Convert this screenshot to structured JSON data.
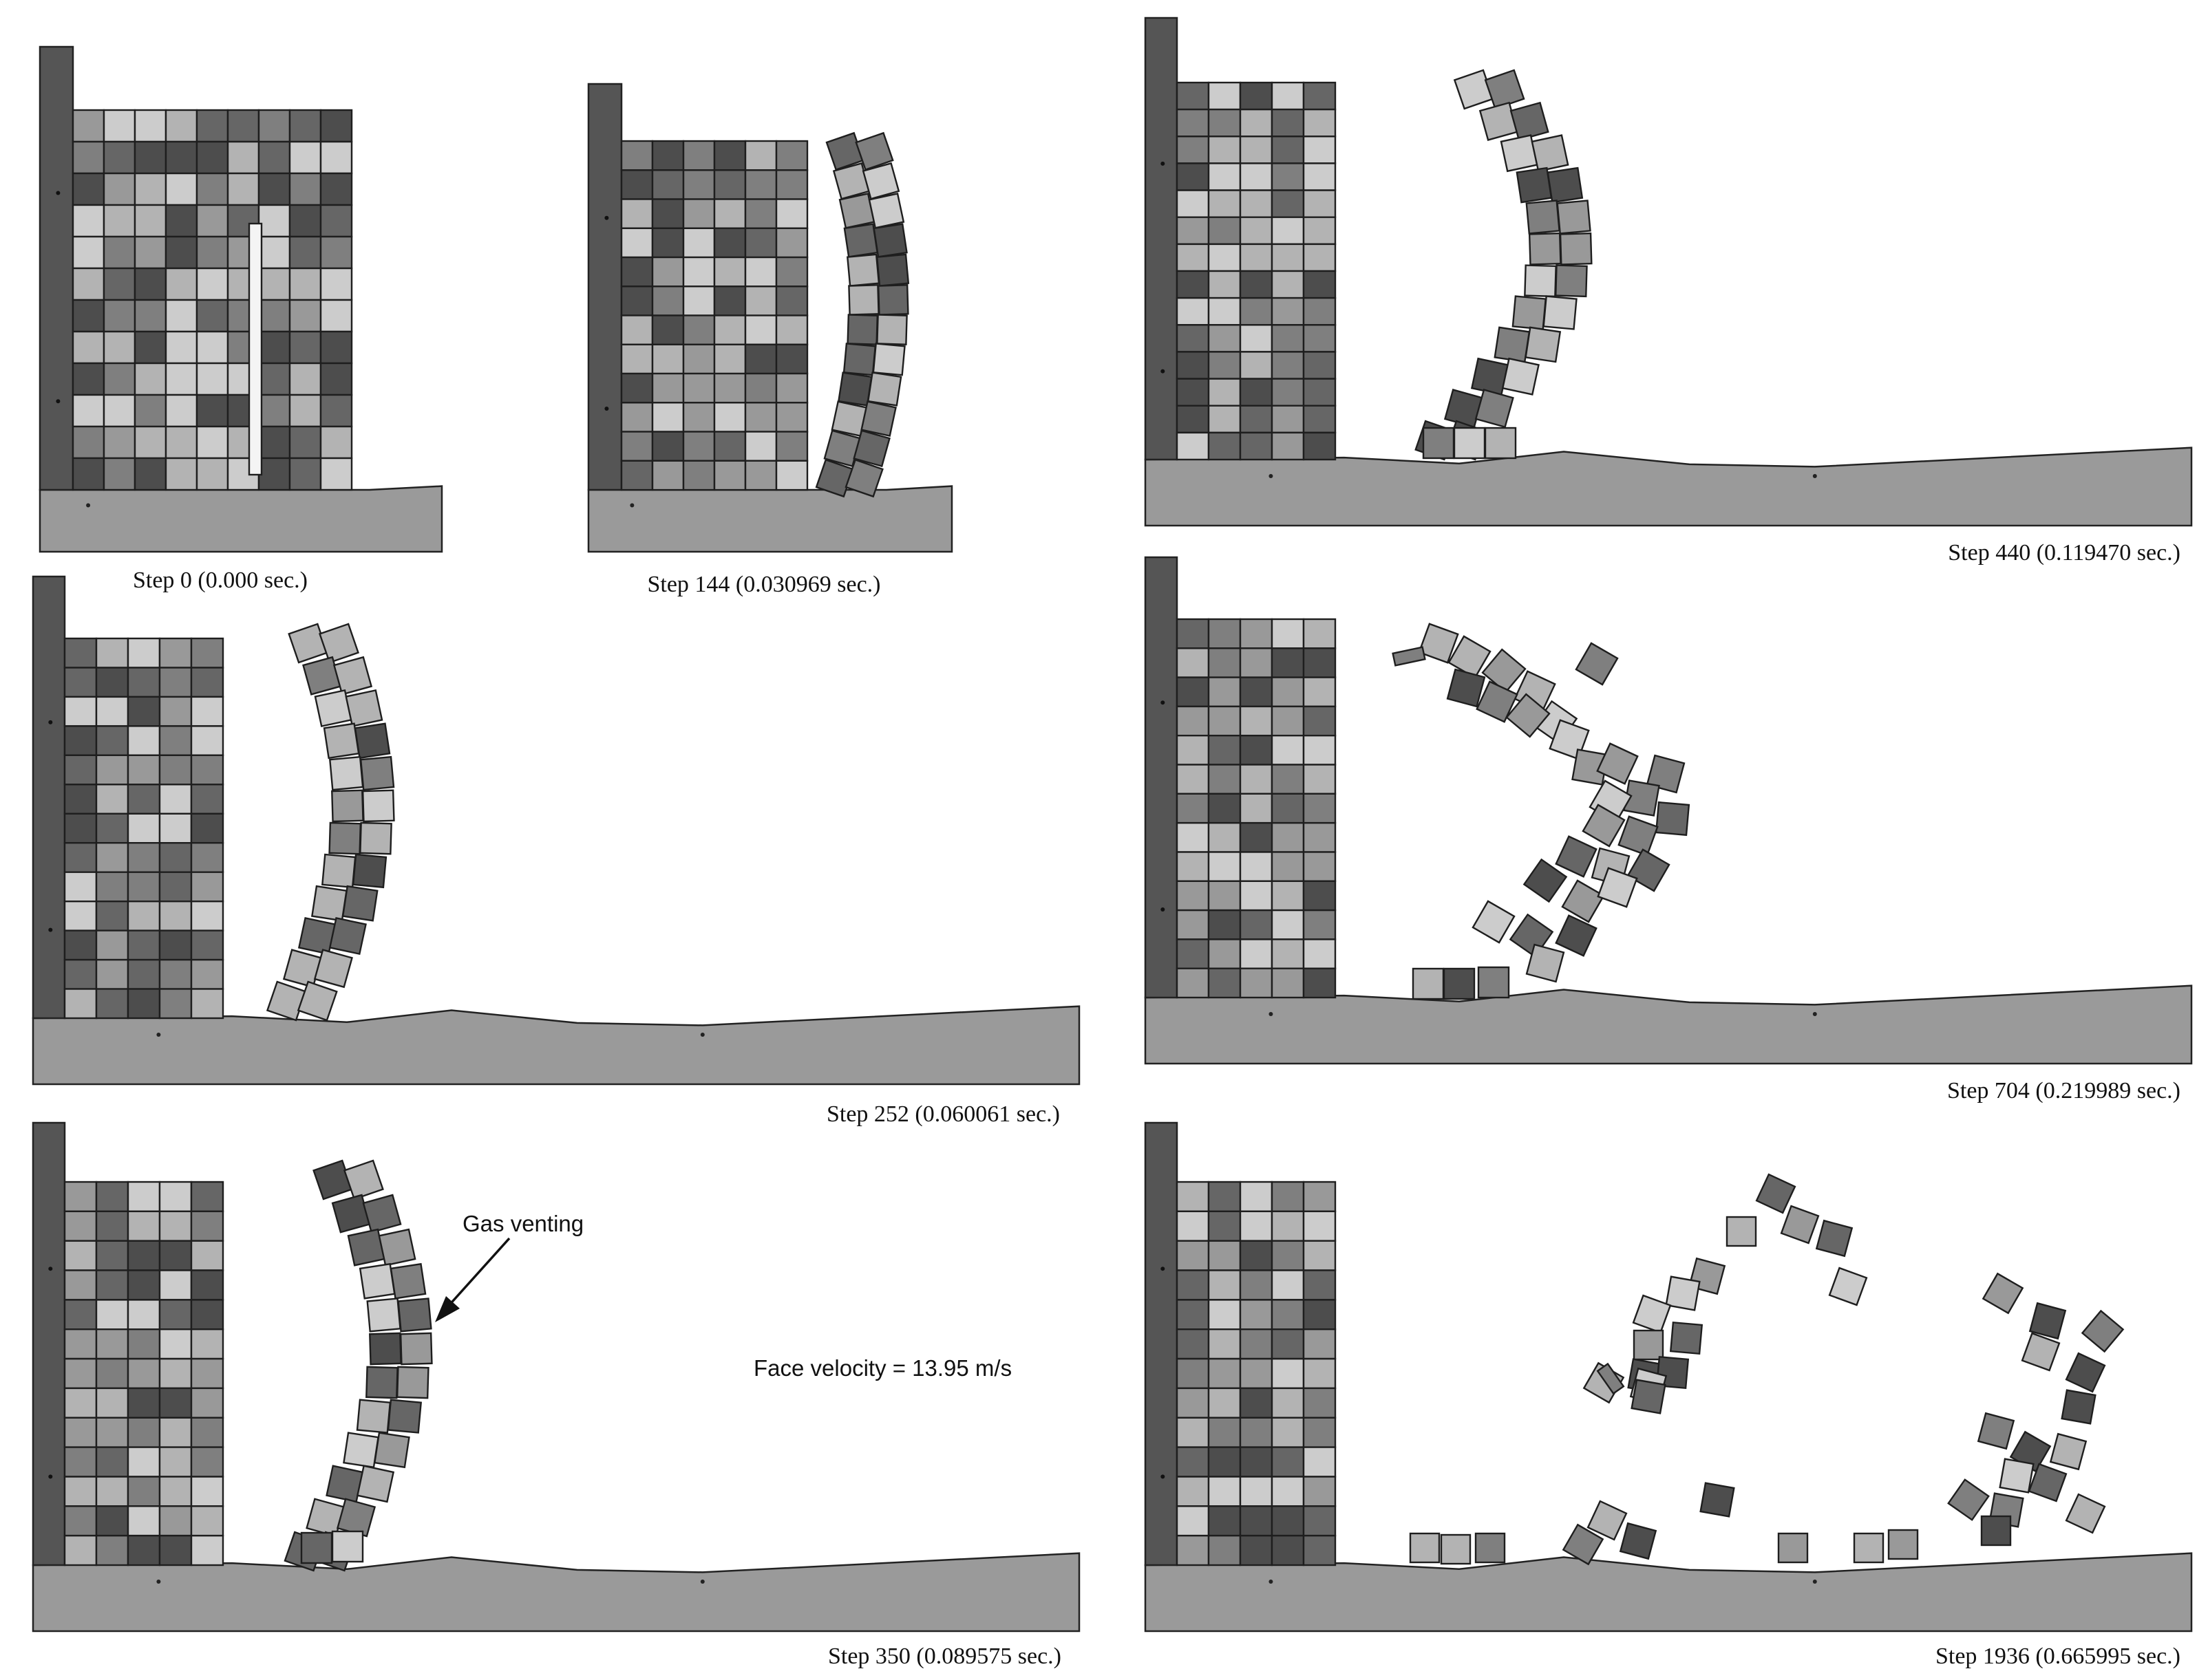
{
  "colors": {
    "block_shades": [
      "#4d4d4d",
      "#666666",
      "#7f7f7f",
      "#999999",
      "#b3b3b3",
      "#cccccc"
    ],
    "ground": "#9a9a9a",
    "column": "#555555",
    "outline": "#1e1e1e"
  },
  "panels": [
    {
      "id": "step0",
      "caption": "Step 0 (0.000 sec.)"
    },
    {
      "id": "step144",
      "caption": "Step 144 (0.030969 sec.)"
    },
    {
      "id": "step440",
      "caption": "Step 440 (0.119470 sec.)"
    },
    {
      "id": "step252",
      "caption": "Step 252 (0.060061 sec.)"
    },
    {
      "id": "step704",
      "caption": "Step 704 (0.219989 sec.)"
    },
    {
      "id": "step350",
      "caption": "Step 350 (0.089575 sec.)"
    },
    {
      "id": "step1936",
      "caption": "Step 1936 (0.665995 sec.)"
    }
  ],
  "annotations": {
    "gas_venting": "Gas venting",
    "face_velocity": "Face velocity = 13.95 m/s"
  }
}
